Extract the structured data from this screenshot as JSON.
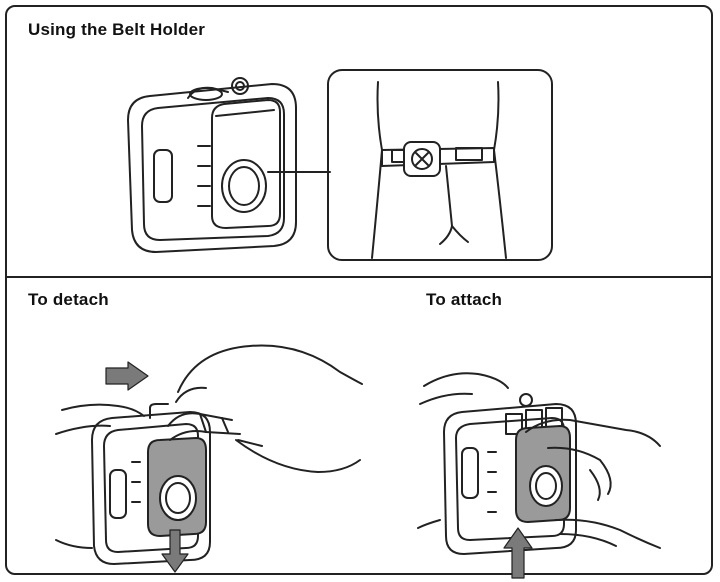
{
  "panels": {
    "main_title": "Using the Belt Holder",
    "detach_title": "To detach",
    "attach_title": "To attach"
  },
  "colors": {
    "line": "#222222",
    "holder_fill": "#9a9a9a",
    "arrow_fill": "#7a7a7a"
  }
}
